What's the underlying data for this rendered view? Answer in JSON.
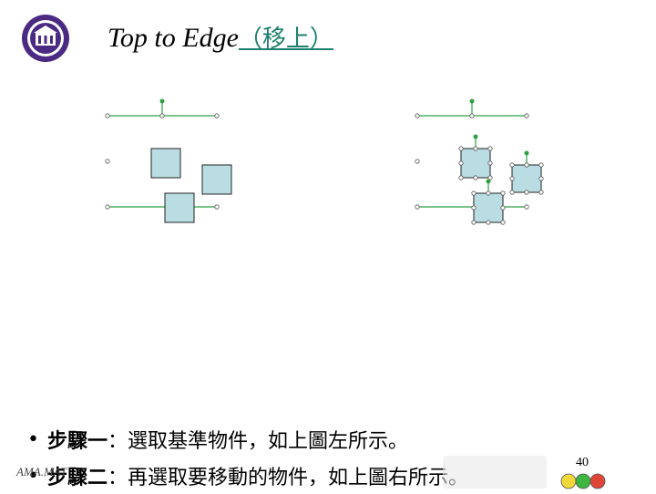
{
  "header": {
    "title_en": "Top to Edge",
    "title_cn": "（移上）"
  },
  "body": {
    "bullets": [
      {
        "step": "步驟一",
        "text": "：選取基準物件，如上圖左所示。"
      },
      {
        "step": "步驟二",
        "text": "：再選取要移動的物件，如上圖右所示。"
      }
    ]
  },
  "footer": {
    "author": "AMA.MAT",
    "page_number": "40"
  },
  "colors": {
    "line": "#2ea043",
    "box_fill": "#b9dde3",
    "box_stroke": "#222222",
    "title_cn": "#1d7f6e",
    "nav_buttons": [
      "#f2d83a",
      "#3fb63f",
      "#e0453a"
    ]
  },
  "icons": [
    "university-logo-icon",
    "handle-icon",
    "traffic-light-nav-icon"
  ]
}
